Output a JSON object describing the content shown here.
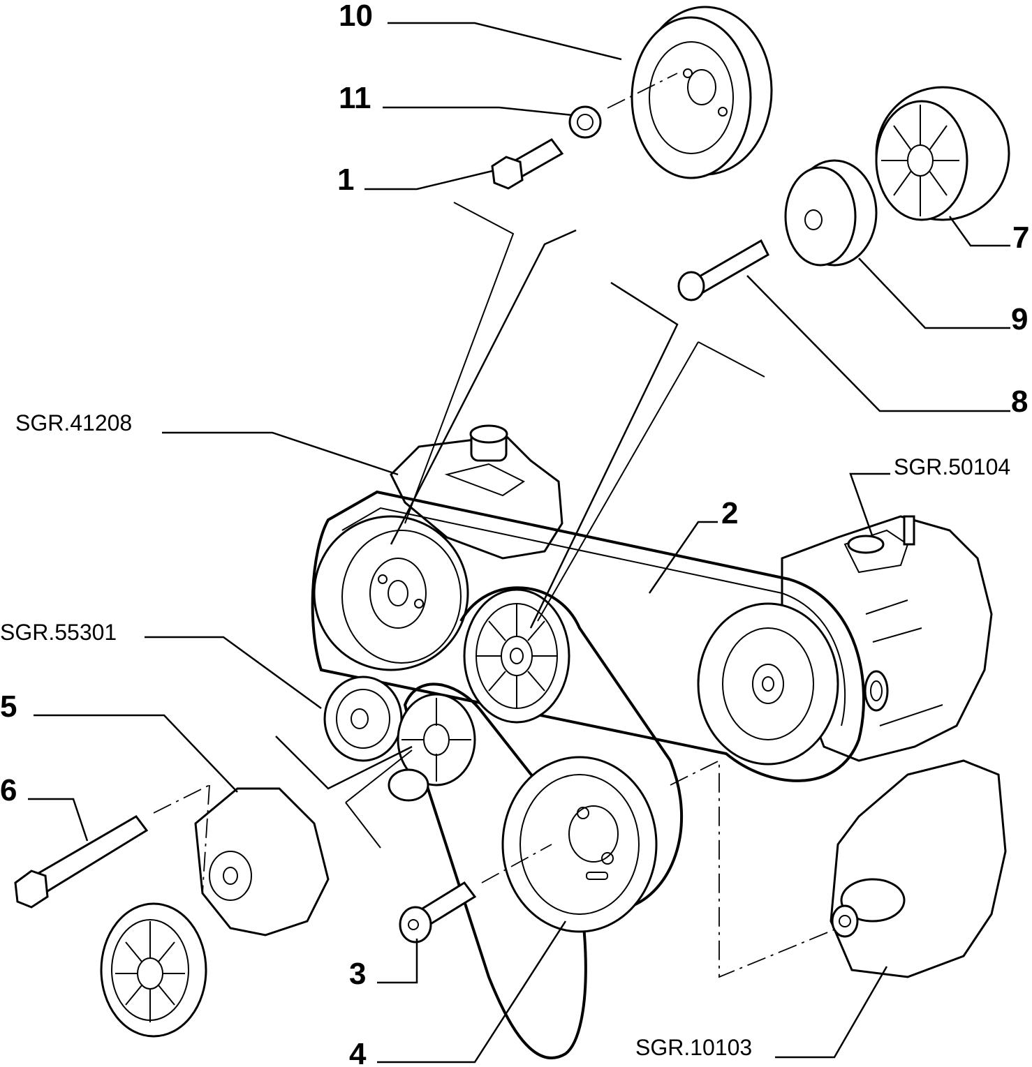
{
  "parts": {
    "p1": "1",
    "p2": "2",
    "p3": "3",
    "p4": "4",
    "p5": "5",
    "p6": "6",
    "p7": "7",
    "p8": "8",
    "p9": "9",
    "p10": "10",
    "p11": "11"
  },
  "refs": {
    "r41208": "SGR.41208",
    "r50104": "SGR.50104",
    "r55301": "SGR.55301",
    "r10103": "SGR.10103"
  },
  "icons": [
    "bolt-icon",
    "pulley-icon",
    "belt-icon",
    "tensioner-icon",
    "compressor-icon",
    "crankshaft-icon"
  ]
}
